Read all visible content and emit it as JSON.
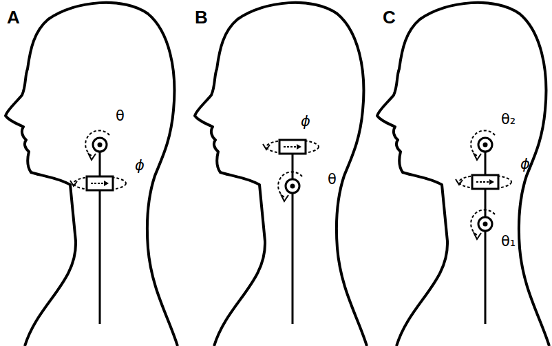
{
  "diagram": {
    "labels": [
      "A",
      "θ",
      "ϕ",
      "B",
      "ϕ",
      "θ",
      "C",
      "θ₂",
      "ϕ",
      "θ₁"
    ]
  }
}
